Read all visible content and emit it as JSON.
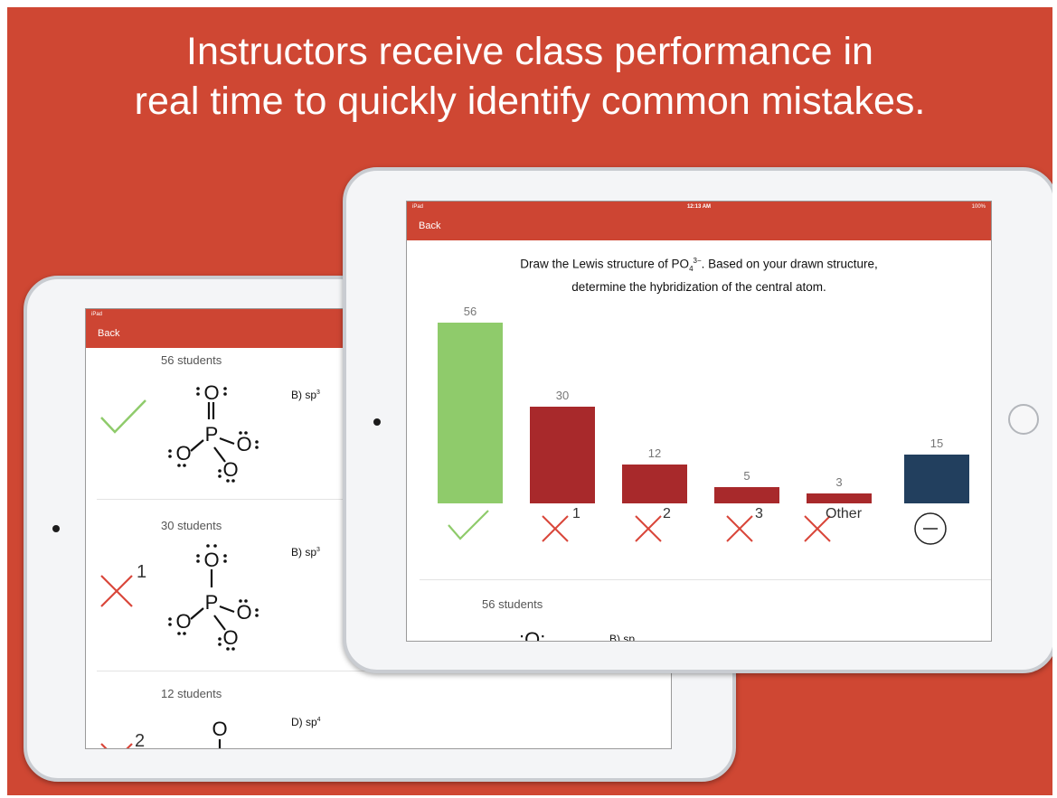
{
  "headline": {
    "line1": "Instructors receive class performance in",
    "line2": "real time to quickly identify common mistakes."
  },
  "colors": {
    "background": "#cf4733",
    "navbar": "#cd4533",
    "correct": "#8fcb6b",
    "incorrect": "#a8292b",
    "blank": "#223f5e"
  },
  "status_bar": {
    "device": "iPad",
    "time": "12:13 AM",
    "battery": "100%"
  },
  "back_screen": {
    "back_label": "Back",
    "rows": [
      {
        "count": "56 students",
        "answer_letter": "B) sp",
        "answer_sup": "3",
        "mark": "check-icon",
        "badge": ""
      },
      {
        "count": "30 students",
        "answer_letter": "B) sp",
        "answer_sup": "3",
        "mark": "x-icon",
        "badge": "1"
      },
      {
        "count": "12 students",
        "answer_letter": "D) sp",
        "answer_sup": "4",
        "mark": "x-icon",
        "badge": "2"
      }
    ]
  },
  "front_screen": {
    "back_label": "Back",
    "question": {
      "part1": "Draw the Lewis structure of PO",
      "sub": "4",
      "sup": "3−",
      "part2": ". Based on your drawn structure,",
      "line2": "determine the hybridization of the central atom."
    },
    "footer_count": "56 students",
    "x_badges": [
      "1",
      "2",
      "3"
    ],
    "other_label": "Other"
  },
  "chart_data": {
    "type": "bar",
    "categories": [
      "correct",
      "1",
      "2",
      "3",
      "Other",
      "blank"
    ],
    "values": [
      56,
      30,
      12,
      5,
      3,
      15
    ],
    "value_labels": [
      "56",
      "30",
      "12",
      "5",
      "3",
      "15"
    ],
    "colors": [
      "#8fcb6b",
      "#a8292b",
      "#a8292b",
      "#a8292b",
      "#a8292b",
      "#223f5e"
    ]
  }
}
